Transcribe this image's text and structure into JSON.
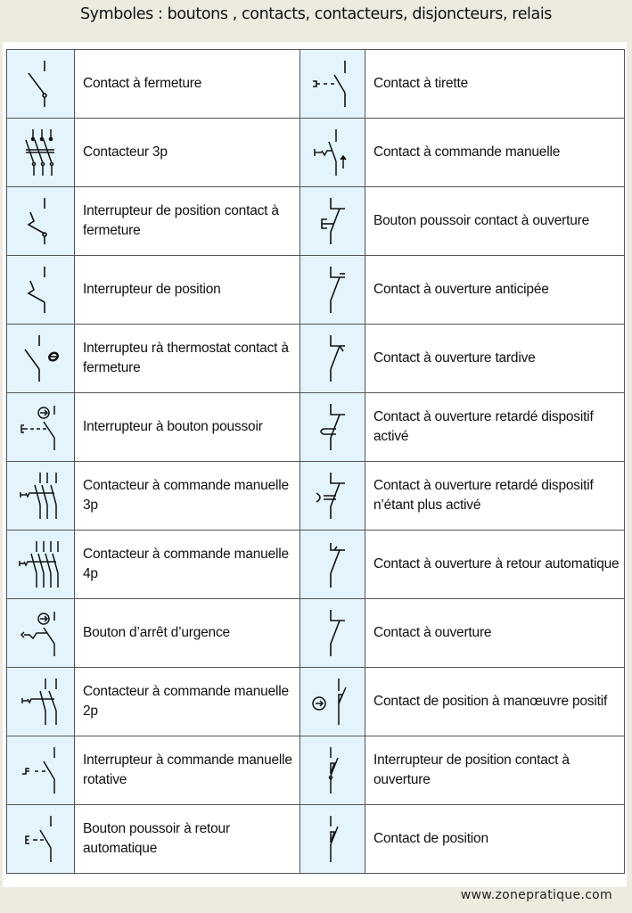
{
  "title": "Symboles : boutons , contacts, contacteurs, disjoncteurs, relais",
  "footer": "www.zonepratique.com",
  "colors": {
    "background": "#edeae0",
    "icon_cell": "#e4f4fc",
    "border": "#555555",
    "text": "#111111"
  },
  "rows": [
    {
      "left": {
        "icon": "contact-fermeture-icon",
        "label": "Contact à fermeture"
      },
      "right": {
        "icon": "contact-tirette-icon",
        "label": "Contact à tirette"
      }
    },
    {
      "left": {
        "icon": "contacteur-3p-icon",
        "label": "Contacteur 3p"
      },
      "right": {
        "icon": "contact-commande-manuelle-icon",
        "label": "Contact à commande manuelle"
      }
    },
    {
      "left": {
        "icon": "interrupteur-position-fermeture-icon",
        "label": "Interrupteur de position contact à fermeture"
      },
      "right": {
        "icon": "bouton-poussoir-ouverture-icon",
        "label": "Bouton poussoir contact à ouverture"
      }
    },
    {
      "left": {
        "icon": "interrupteur-position-icon",
        "label": "Interrupteur de position"
      },
      "right": {
        "icon": "contact-ouverture-anticipee-icon",
        "label": "Contact à ouverture anticipée"
      }
    },
    {
      "left": {
        "icon": "interrupteur-thermostat-icon",
        "label": "Interrupteu rà thermostat contact à fermeture"
      },
      "right": {
        "icon": "contact-ouverture-tardive-icon",
        "label": "Contact à ouverture tardive"
      }
    },
    {
      "left": {
        "icon": "interrupteur-bouton-poussoir-icon",
        "label": "Interrupteur à bouton poussoir"
      },
      "right": {
        "icon": "contact-ouverture-retarde-active-icon",
        "label": "Contact à ouverture retardé dispositif activé"
      }
    },
    {
      "left": {
        "icon": "contacteur-commande-manuelle-3p-icon",
        "label": "Contacteur à commande manuelle 3p"
      },
      "right": {
        "icon": "contact-ouverture-retarde-inactive-icon",
        "label": "Contact à ouverture retardé dispositif n’étant plus activé"
      }
    },
    {
      "left": {
        "icon": "contacteur-commande-manuelle-4p-icon",
        "label": "Contacteur à commande manuelle 4p"
      },
      "right": {
        "icon": "contact-ouverture-retour-auto-icon",
        "label": "Contact à ouverture à retour automatique"
      }
    },
    {
      "left": {
        "icon": "bouton-arret-urgence-icon",
        "label": "Bouton d’arrêt d’urgence"
      },
      "right": {
        "icon": "contact-ouverture-icon",
        "label": "Contact à ouverture"
      }
    },
    {
      "left": {
        "icon": "contacteur-commande-manuelle-2p-icon",
        "label": "Contacteur à commande manuelle 2p"
      },
      "right": {
        "icon": "contact-position-manoeuvre-positif-icon",
        "label": "Contact de position à manœuvre positif"
      }
    },
    {
      "left": {
        "icon": "interrupteur-commande-rotative-icon",
        "label": "Interrupteur à commande manuelle rotative"
      },
      "right": {
        "icon": "interrupteur-position-ouverture-icon",
        "label": "Interrupteur de position contact à ouverture"
      }
    },
    {
      "left": {
        "icon": "bouton-poussoir-retour-auto-icon",
        "label": "Bouton poussoir à retour automatique"
      },
      "right": {
        "icon": "contact-position-icon",
        "label": "Contact de position"
      }
    }
  ]
}
